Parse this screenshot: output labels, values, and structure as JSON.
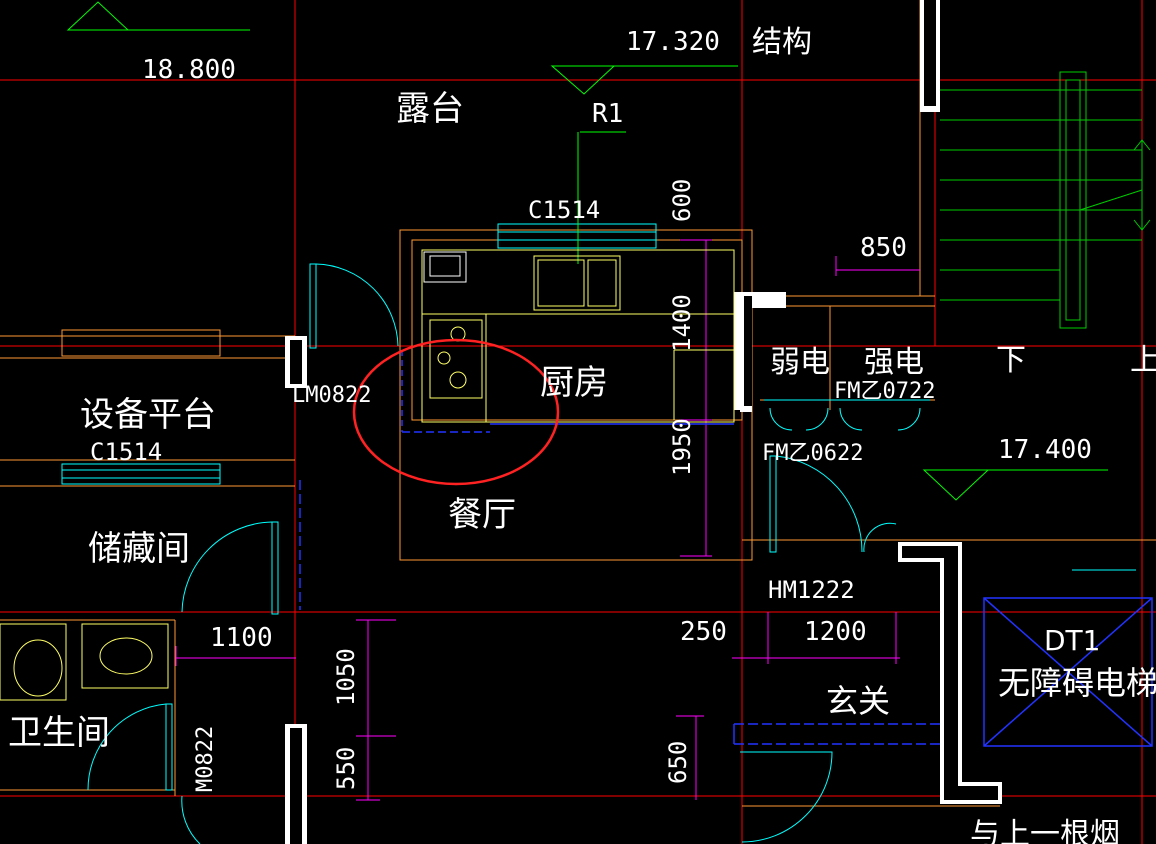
{
  "labels": {
    "terrace": "露台",
    "structure": "结构",
    "kitchen": "厨房",
    "dining": "餐厅",
    "equipment_platform": "设备平台",
    "storage": "储藏间",
    "bathroom": "卫生间",
    "weak_current": "弱电",
    "strong_current": "强电",
    "foyer": "玄关",
    "elevator_code": "DT1",
    "elevator_name": "无障碍电梯",
    "stair_down": "下",
    "stair_up": "上",
    "watermark": "与上一根烟"
  },
  "codes": {
    "window_kitchen": "C1514",
    "window_platform": "C1514",
    "door_kitchen": "LM0822",
    "door_bathroom": "M0822",
    "door_weak": "FM乙0622",
    "door_strong": "FM乙0722",
    "door_entry": "HM1222",
    "roof_tag": "R1"
  },
  "elevations": {
    "top_left": "18.800",
    "top_mid": "17.320",
    "right": "17.400"
  },
  "dimensions": {
    "d600": "600",
    "d850": "850",
    "d1400": "1400",
    "d1950": "1950",
    "d1100": "1100",
    "d250": "250",
    "d1200": "1200",
    "d1050": "1050",
    "d550": "550",
    "d650": "650"
  },
  "colors": {
    "axis": "#ff0000",
    "wall": "#ffffff",
    "outline": "#ff9933",
    "dimension": "#ff00ff",
    "door": "#00ffff",
    "stair": "#00cc00",
    "fixture": "#ffff66",
    "annotation": "#00ff00",
    "marker": "#ff2222",
    "hidden": "#2233ff"
  }
}
